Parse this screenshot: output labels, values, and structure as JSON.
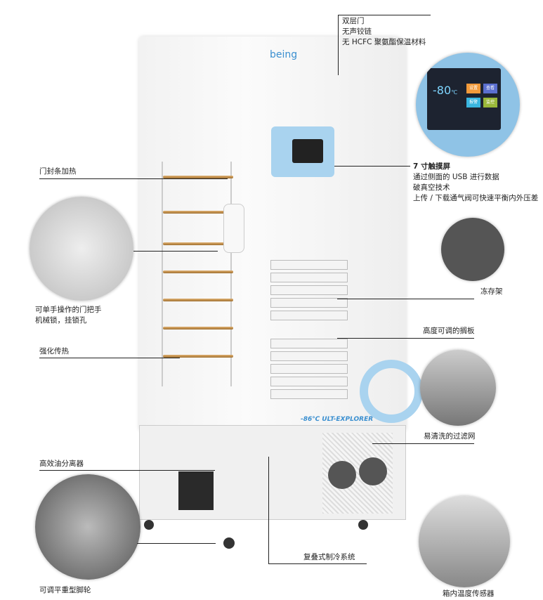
{
  "brand": "being",
  "model_label": "-86℃ ULT-EXPLORER",
  "callouts": {
    "door": [
      "双层门",
      "无声铰链",
      "无 HCFC 聚氨酯保温材料"
    ],
    "screen_title": "7 寸触摸屏",
    "screen_lines": [
      "通过侧面的 USB 进行数据",
      "破真空技术",
      "上传 / 下载通气阀可快速平衡内外压差"
    ],
    "gasket": "门封条加热",
    "handle": [
      "可单手操作的门把手",
      "机械锁，挂锁孔"
    ],
    "heat": "强化传热",
    "rack": "冻存架",
    "shelf": "高度可调的搁板",
    "filter": "易清洗的过滤网",
    "separator": "高效油分离器",
    "refrig": "复叠式制冷系统",
    "caster": "可调平重型脚轮",
    "sensor": "箱内温度传感器"
  },
  "screen": {
    "temp": "-80",
    "unit": "℃",
    "buttons": [
      "设置",
      "查看",
      "报警",
      "监控"
    ]
  },
  "colors": {
    "panel": "#8fc3e6",
    "brand": "#3a8fd0"
  }
}
